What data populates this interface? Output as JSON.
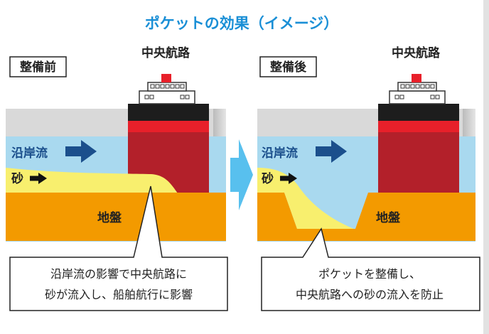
{
  "title": "ポケットの効果（イメージ）",
  "before": {
    "tag": "整備前",
    "channel": "中央航路",
    "current": "沿岸流",
    "sand": "砂",
    "ground": "地盤",
    "callout_line1": "沿岸流の影響で中央航路に",
    "callout_line2": "砂が流入し、船舶航行に影響"
  },
  "after": {
    "tag": "整備後",
    "channel": "中央航路",
    "current": "沿岸流",
    "sand": "砂",
    "ground": "地盤",
    "callout_line1": "ポケットを整備し、",
    "callout_line2": "中央航路への砂の流入を防止"
  },
  "colors": {
    "title": "#1a8fd6",
    "water": "#a9d9ef",
    "ground": "#f39a00",
    "sand": "#f8ef6e",
    "hull_red": "#b3202a",
    "arrow_blue": "#1b4f8c",
    "transition_arrow": "#58c0ee"
  },
  "icons": [
    "ship-icon",
    "right-arrow-icon"
  ]
}
